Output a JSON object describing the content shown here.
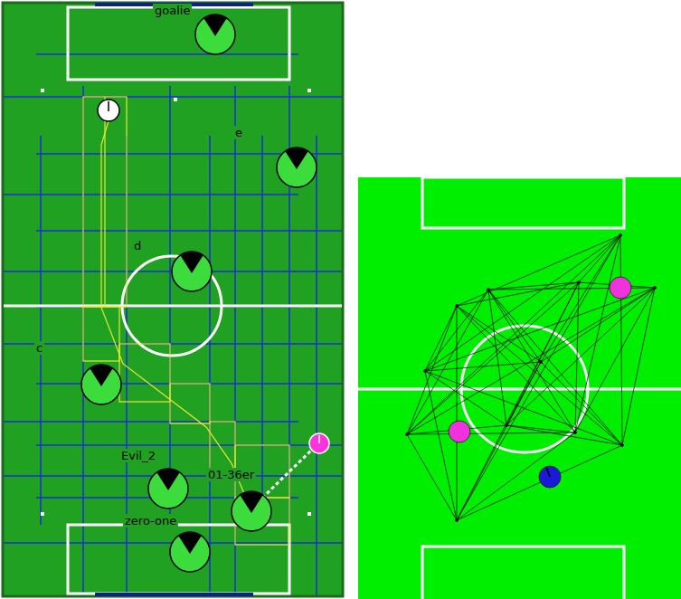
{
  "diagram": {
    "nodes": [
      {
        "text": [
          "goalie"
        ]
      },
      {
        "text": [
          "e"
        ]
      },
      {
        "text": [
          "d"
        ]
      },
      {
        "text": [
          "c"
        ]
      },
      {
        "text": [
          "Evil_2"
        ]
      },
      {
        "text": [
          "01-36er"
        ]
      },
      {
        "text": [
          "zero-one"
        ]
      }
    ]
  }
}
